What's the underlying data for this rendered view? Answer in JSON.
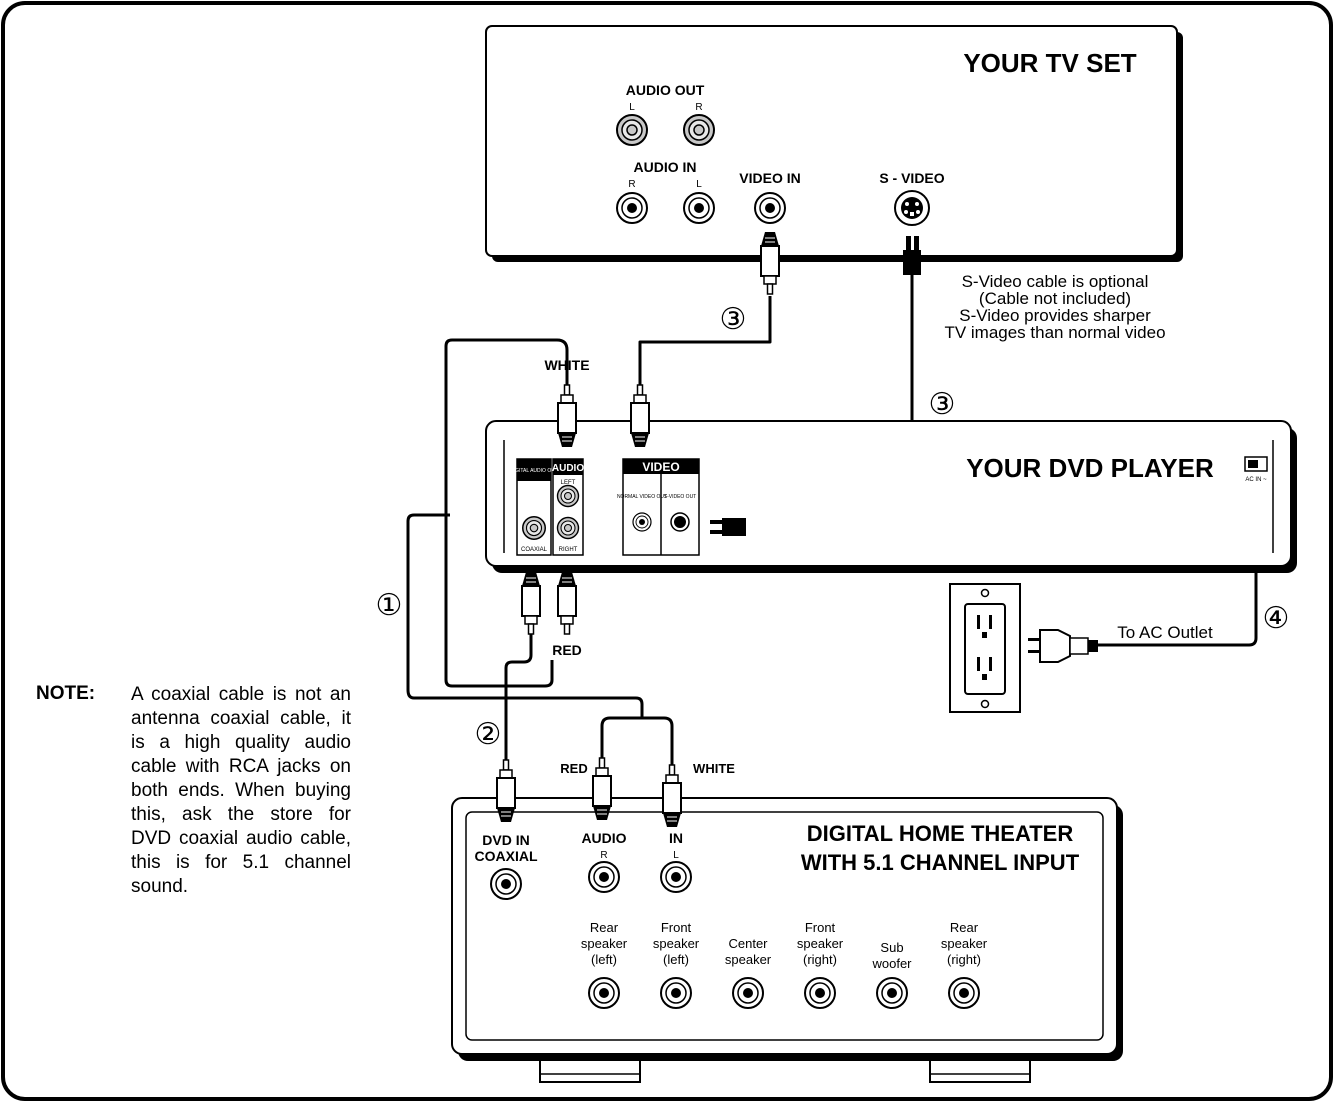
{
  "tv": {
    "title": "YOUR TV SET",
    "audio_out": "AUDIO OUT",
    "audio_out_l": "L",
    "audio_out_r": "R",
    "audio_in": "AUDIO IN",
    "audio_in_r": "R",
    "audio_in_l": "L",
    "video_in": "VIDEO IN",
    "svideo": "S - VIDEO"
  },
  "svideo_note": [
    "S-Video cable is optional",
    "(Cable not included)",
    "S-Video provides sharper",
    "TV images than normal video"
  ],
  "dvd": {
    "title": "YOUR DVD PLAYER",
    "coaxial_out_header": "DIGITAL AUDIO OUT",
    "audio_header": "AUDIO",
    "left": "LEFT",
    "right": "RIGHT",
    "coaxial": "COAXIAL",
    "video_header": "VIDEO",
    "normal_video_out": "NORMAL VIDEO OUT",
    "svideo_out": "S-VIDEO OUT",
    "ac_in": "AC IN ~"
  },
  "cables": {
    "white": "WHITE",
    "red": "RED",
    "white2": "WHITE",
    "red2": "RED",
    "to_ac_outlet": "To AC Outlet",
    "step1": "①",
    "step2": "②",
    "step3a": "③",
    "step3b": "③",
    "step4": "④"
  },
  "theater": {
    "title_line1": "DIGITAL HOME THEATER",
    "title_line2": "WITH 5.1 CHANNEL INPUT",
    "dvd_in": "DVD IN",
    "coaxial": "COAXIAL",
    "audio": "AUDIO",
    "in": "IN",
    "r": "R",
    "l": "L",
    "speakers": [
      {
        "line1": "Rear",
        "line2": "speaker",
        "line3": "(left)"
      },
      {
        "line1": "Front",
        "line2": "speaker",
        "line3": "(left)"
      },
      {
        "line1": "Center",
        "line2": "speaker",
        "line3": ""
      },
      {
        "line1": "Front",
        "line2": "speaker",
        "line3": "(right)"
      },
      {
        "line1": "Sub",
        "line2": "woofer",
        "line3": ""
      },
      {
        "line1": "Rear",
        "line2": "speaker",
        "line3": "(right)"
      }
    ]
  },
  "note": {
    "label": "NOTE:",
    "text": "A coaxial cable is not an antenna coaxial cable, it is a high quality audio cable with RCA jacks on both ends. When buying this, ask the store for DVD coaxial audio cable, this is for 5.1 channel sound."
  }
}
